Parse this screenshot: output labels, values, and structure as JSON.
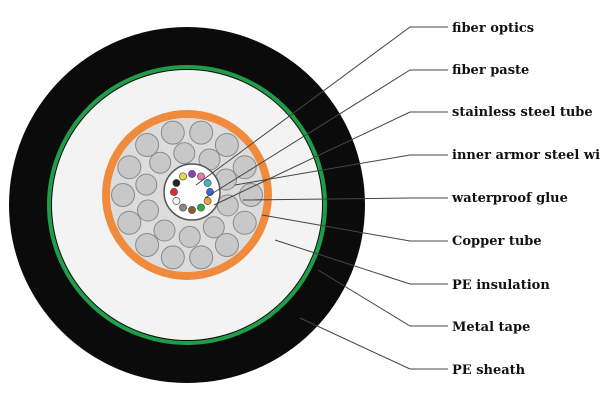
{
  "diagram": {
    "labels": [
      {
        "id": "fiber-optics",
        "text": "fiber optics"
      },
      {
        "id": "fiber-paste",
        "text": "fiber paste"
      },
      {
        "id": "stainless-steel-tube",
        "text": "stainless steel tube"
      },
      {
        "id": "inner-armor-steel-wire",
        "text": "inner armor steel wi"
      },
      {
        "id": "waterproof-glue",
        "text": "waterproof glue"
      },
      {
        "id": "copper-tube",
        "text": "Copper tube"
      },
      {
        "id": "pe-insulation",
        "text": "PE insulation"
      },
      {
        "id": "metal-tape",
        "text": "Metal tape"
      },
      {
        "id": "pe-sheath",
        "text": "PE sheath"
      }
    ],
    "colors": {
      "pe_sheath": "#0b0b0b",
      "metal_tape": "#1f9d4a",
      "pe_insulation": "#f3f3f3",
      "copper_tube": "#f08a3c",
      "armor_wire": "#c8c8c8",
      "armor_wire_stroke": "#8a8a8a",
      "steel_tube": "#ffffff",
      "leader_line": "#444444",
      "fiber_colors": [
        "#2a6fd6",
        "#e8a23a",
        "#2aa84a",
        "#8b5a2b",
        "#888888",
        "#f2f2f2",
        "#d93030",
        "#222222",
        "#e6d84a",
        "#8a3fbf",
        "#e87ab0",
        "#3ab6c8"
      ]
    }
  }
}
